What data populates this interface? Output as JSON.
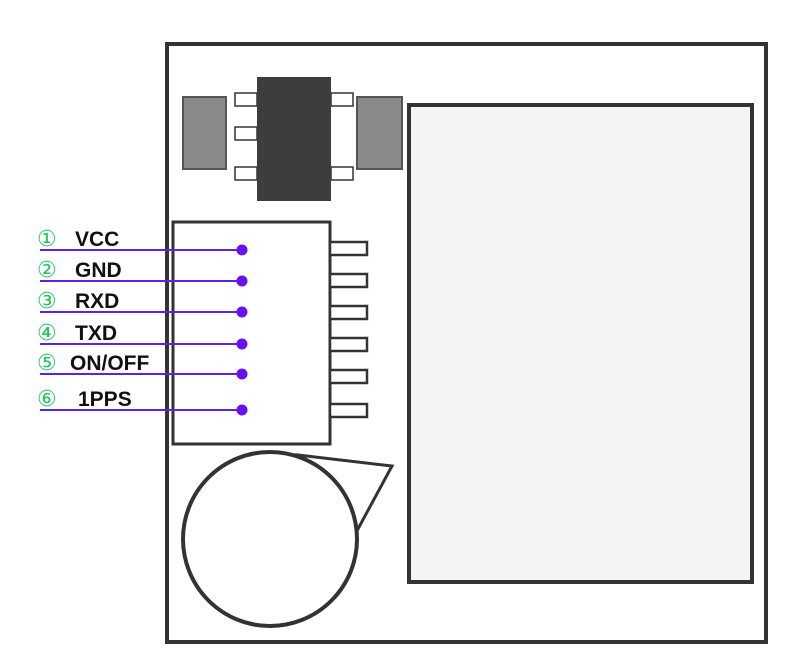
{
  "pins": [
    {
      "number": "①",
      "label": "VCC"
    },
    {
      "number": "②",
      "label": "GND"
    },
    {
      "number": "③",
      "label": "RXD"
    },
    {
      "number": "④",
      "label": "TXD"
    },
    {
      "number": "⑤",
      "label": "ON/OFF"
    },
    {
      "number": "⑥",
      "label": "1PPS"
    }
  ],
  "colors": {
    "outline": "#333333",
    "pin_line": "#5b21e6",
    "pin_dot": "#6a10f0",
    "pin_number": "#22c55e",
    "pad_gray": "#8a8a8a",
    "ic_body": "#3d3d3d"
  }
}
